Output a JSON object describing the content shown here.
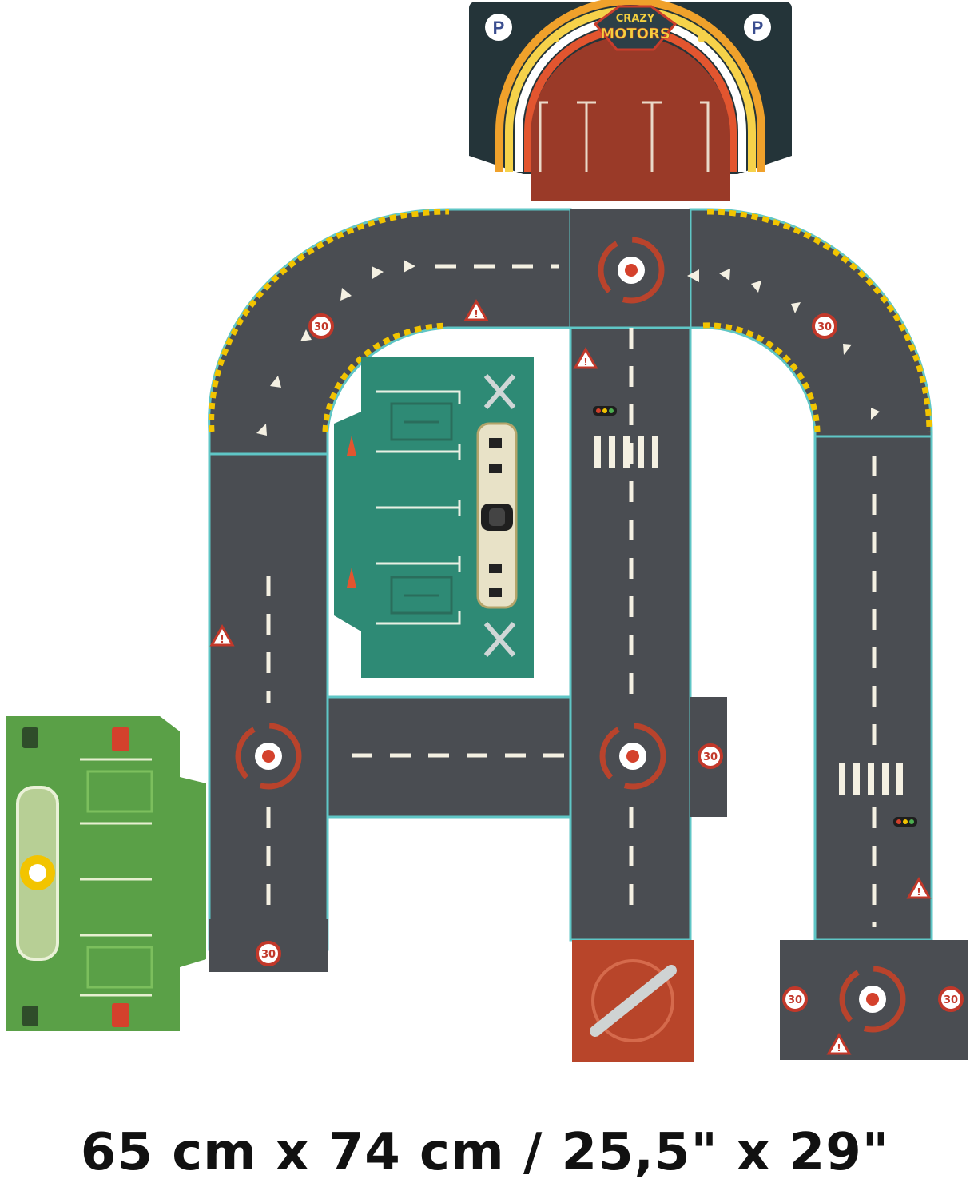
{
  "garage": {
    "brand_top": "CRAZY",
    "brand_bottom": "MOTORS",
    "parking_label": "P"
  },
  "signs": {
    "speed_limit": "30",
    "warning": "!"
  },
  "caption": "65 cm x 74 cm / 25,5\" x 29\"",
  "colors": {
    "road": "#4a4d52",
    "road_edge": "#5fc6c6",
    "garage_bg": "#243439",
    "garage_door": "#9a3a28",
    "workshop": "#2e8a75",
    "charging": "#5aa047",
    "repair": "#b8452a",
    "hazard_yellow": "#f2c400",
    "marking": "#f4f0e2",
    "roundabout_red": "#b9432c"
  },
  "icons": [
    "parking-icon",
    "wrench-icon",
    "traffic-cone-icon",
    "checkered-flag-icon",
    "tire-icon",
    "lightning-icon",
    "fuel-pump-icon",
    "traffic-light-icon",
    "warning-sign-icon",
    "speed-sign-icon",
    "roundabout-icon",
    "arrow-icon"
  ]
}
